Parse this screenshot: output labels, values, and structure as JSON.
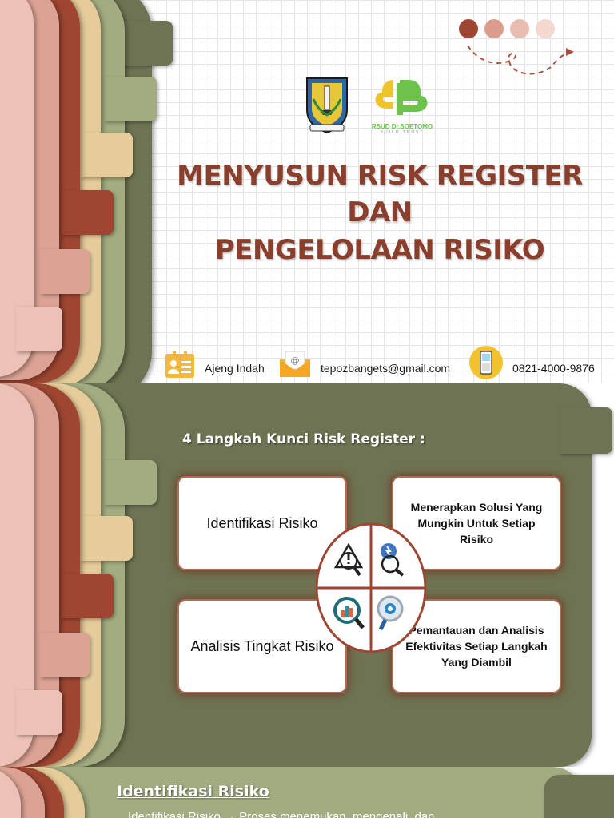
{
  "slide1": {
    "title_lines": [
      "MENYUSUN RISK REGISTER",
      "DAN",
      "PENGELOLAAN RISIKO"
    ],
    "logo_right_text": [
      "RSUD Dr.SOETOMO",
      "BUILD TRUST"
    ],
    "contact": {
      "name": "Ajeng Indah",
      "email": "tepozbangets@gmail.com",
      "phone": "0821-4000-9876"
    },
    "dots_colors": [
      "#9e4632",
      "#dc9c8c",
      "#e8bcb0",
      "#f3d8d0"
    ]
  },
  "slide2": {
    "heading": "4 Langkah Kunci Risk Register :",
    "cards": [
      "Identifikasi Risiko",
      "Menerapkan Solusi Yang Mungkin Untuk Setiap Risiko",
      "Analisis Tingkat Risiko",
      "Pemantauan dan Analisis Efektivitas Setiap Langkah Yang Diambil"
    ],
    "icons": [
      "warning-magnifier-icon",
      "bulb-magnifier-icon",
      "chart-magnifier-icon",
      "eye-magnifier-icon"
    ]
  },
  "slide3": {
    "heading": "Identifikasi Risiko",
    "text": "Identifikasi Risiko  →  Proses menemukan, mengenali, dan"
  },
  "colors": {
    "olive": "#6e7453",
    "sage": "#a3ac80",
    "tan": "#e5cc9a",
    "rust": "#9e4632",
    "salmon": "#dca394",
    "blush": "#ecc2b6",
    "title": "#8a3e2c"
  }
}
